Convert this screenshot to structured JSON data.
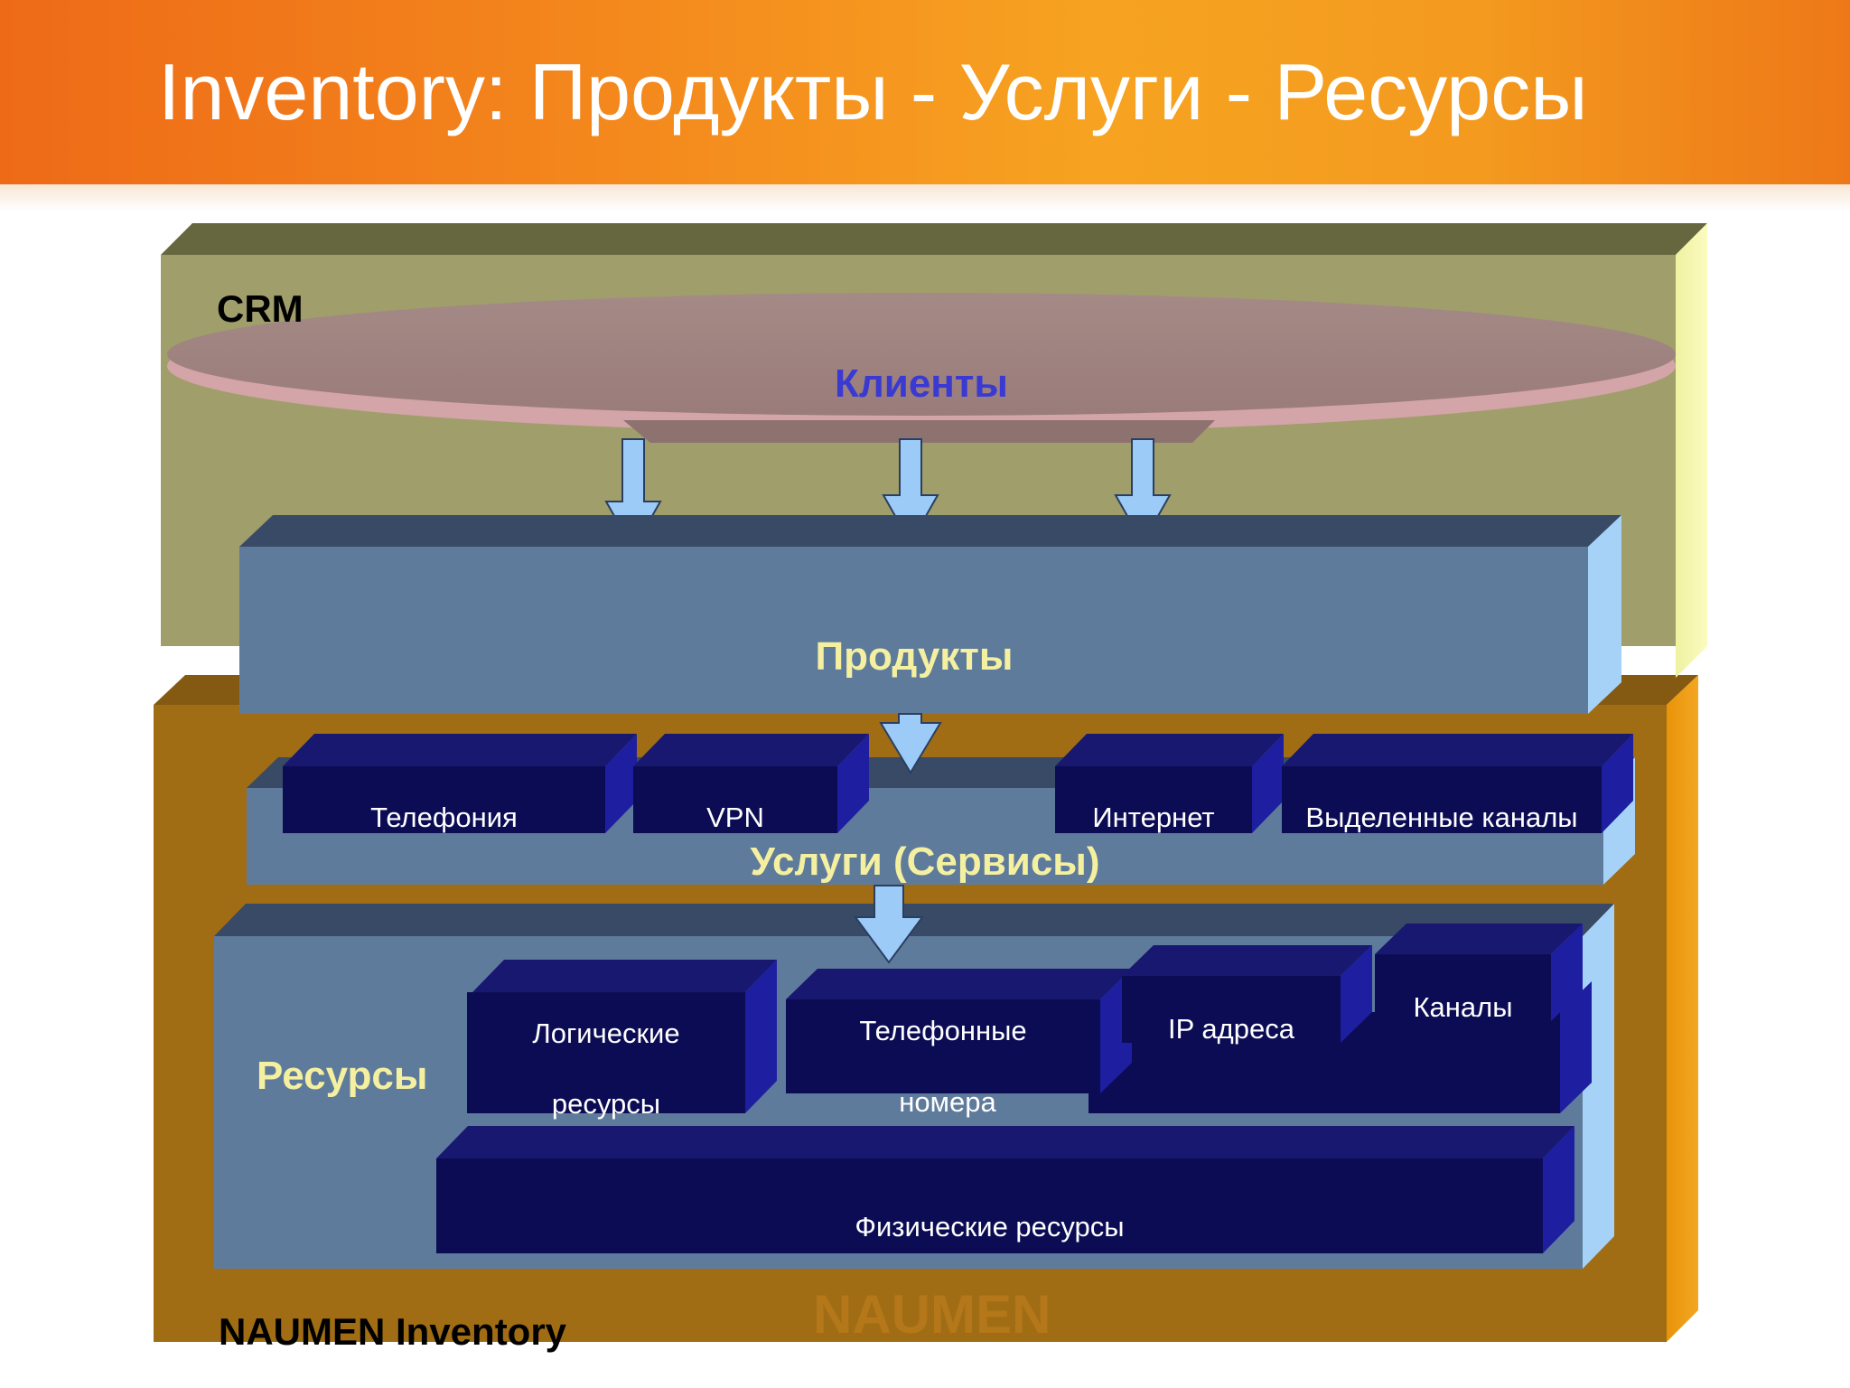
{
  "slide": {
    "title": "Inventory: Продукты - Услуги - Ресурсы"
  },
  "diagram": {
    "crm_label": "CRM",
    "clients_label": "Клиенты",
    "products_label": "Продукты",
    "services_label": "Услуги (Сервисы)",
    "services": [
      "Телефония",
      "VPN",
      "Интернет",
      "Выделенные каналы"
    ],
    "resources_label": "Ресурсы",
    "resources": {
      "logical_line1": "Логические",
      "logical_line2": "ресурсы",
      "phone_line1": "Телефонные",
      "phone_line2": "номера",
      "ip": "IP адреса",
      "channels": "Каналы",
      "physical": "Физические ресурсы"
    },
    "inventory_label": "NAUMEN Inventory",
    "watermark": "NAUMEN"
  },
  "colors": {
    "crm_layer": "#a09e6a",
    "inventory_layer": "#a06d15",
    "products_layer": "#5f7b9c",
    "box_navy": "#0c0c55",
    "arrow": "#9ccbf8",
    "clients_ellipse": "#a08482"
  }
}
